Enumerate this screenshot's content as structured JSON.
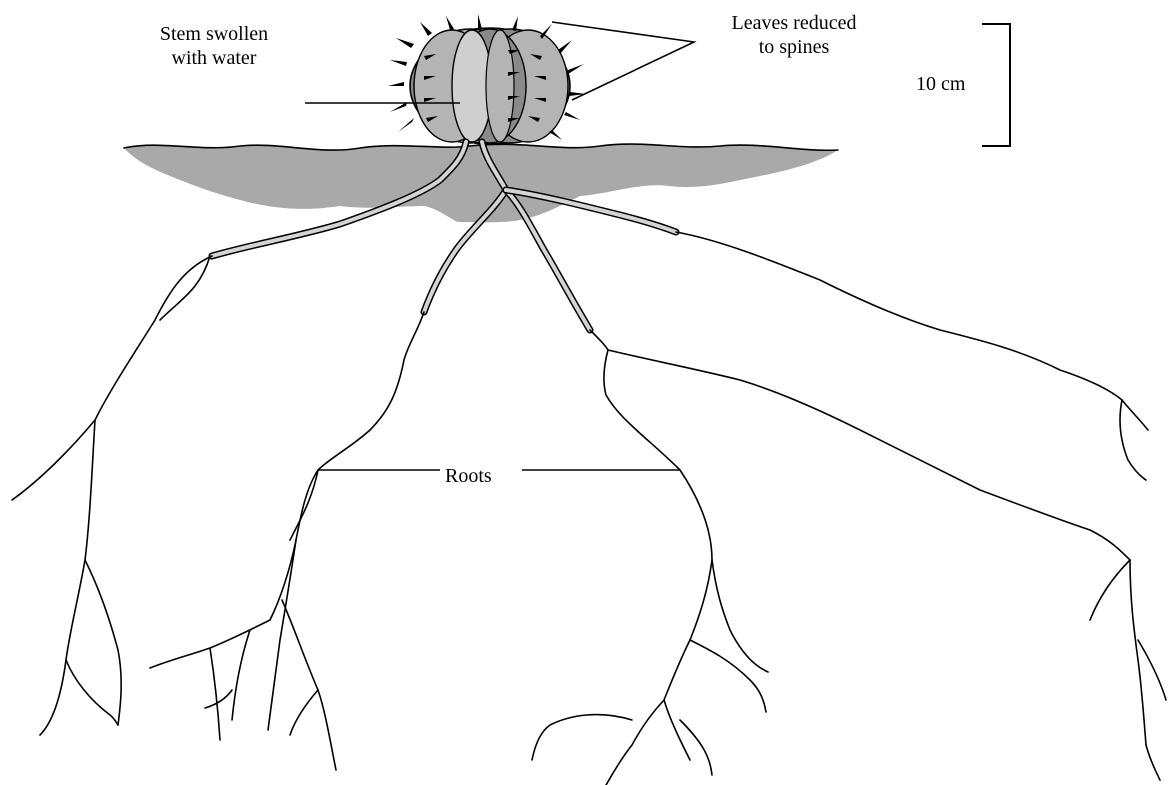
{
  "labels": {
    "stem": [
      "Stem swollen",
      "with water"
    ],
    "leaves": [
      "Leaves reduced",
      "to spines"
    ],
    "scale": "10 cm",
    "roots": "Roots"
  },
  "colors": {
    "soil": "#a9a9a9",
    "stem_dark": "#8a8a8a",
    "stem_mid": "#b4b4b4",
    "stem_light": "#cfcfcf",
    "line": "#000000",
    "background": "#ffffff"
  }
}
